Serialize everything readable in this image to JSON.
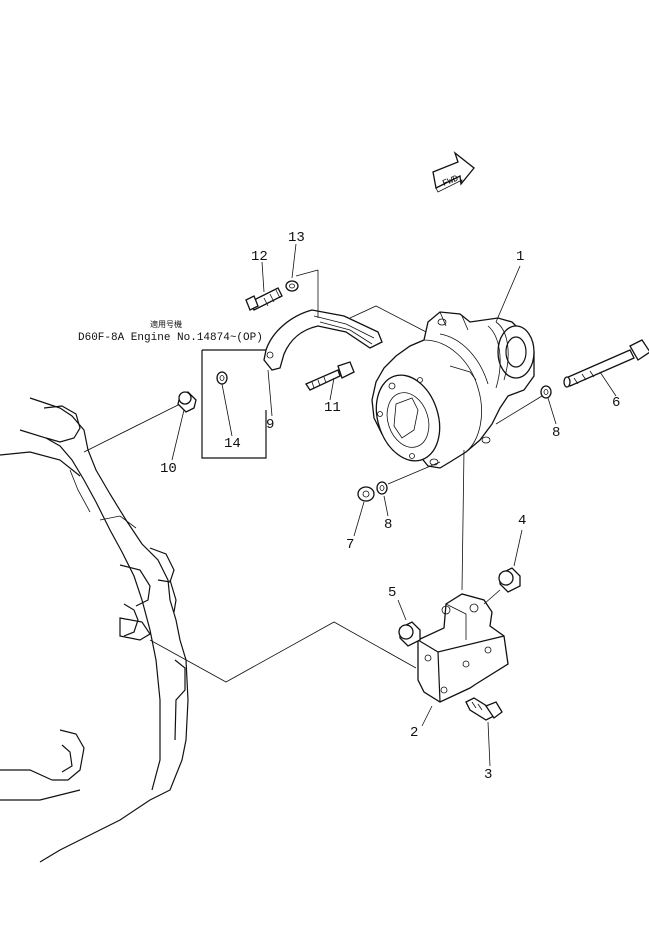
{
  "note": {
    "jp_label": "適用号機",
    "applicability": "D60F-8A  Engine No.14874~(OP)"
  },
  "fwd_label": "FWD",
  "callouts": [
    {
      "id": "1",
      "label": "1"
    },
    {
      "id": "2",
      "label": "2"
    },
    {
      "id": "3",
      "label": "3"
    },
    {
      "id": "4",
      "label": "4"
    },
    {
      "id": "5",
      "label": "5"
    },
    {
      "id": "6",
      "label": "6"
    },
    {
      "id": "7",
      "label": "7"
    },
    {
      "id": "8a",
      "label": "8"
    },
    {
      "id": "8b",
      "label": "8"
    },
    {
      "id": "9",
      "label": "9"
    },
    {
      "id": "10",
      "label": "10"
    },
    {
      "id": "11",
      "label": "11"
    },
    {
      "id": "12",
      "label": "12"
    },
    {
      "id": "13",
      "label": "13"
    },
    {
      "id": "14",
      "label": "14"
    }
  ]
}
